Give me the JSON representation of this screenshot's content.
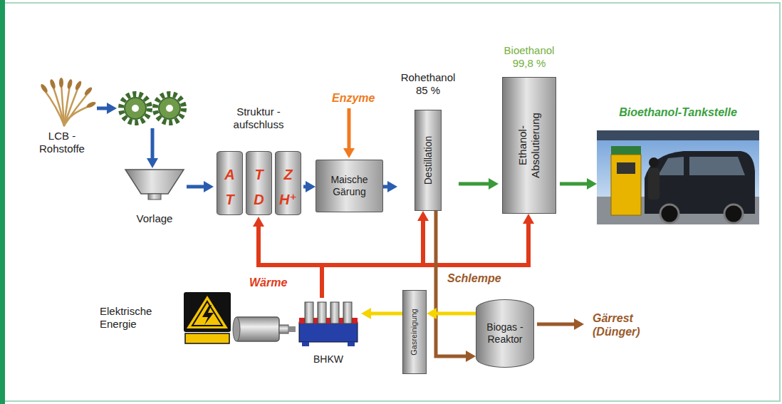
{
  "diagram": {
    "nodes": [
      {
        "text": [
          "LCB - Rohstoffe"
        ]
      },
      {
        "text": [
          "Vorlage"
        ]
      },
      {
        "text": [
          "Struktur - aufschluss"
        ]
      },
      {
        "text": [
          "A",
          "T"
        ],
        "in": 2
      },
      {
        "text": [
          "T",
          "D"
        ],
        "in": 2
      },
      {
        "text": [
          "Z",
          "H⁺"
        ],
        "in": 2
      },
      {
        "text": [
          "Maische Gärung"
        ]
      },
      {
        "text": [
          "Rohethanol 85 %",
          "Destillation"
        ]
      },
      {
        "text": [
          "Bioethanol 99,8 %",
          "Ethanol-Absolutierung"
        ]
      },
      {
        "text": [
          "Bioethanol-Tankstelle"
        ]
      },
      {
        "text": [
          "Elektrische Energie"
        ]
      },
      {
        "text": [
          "BHKW"
        ]
      },
      {
        "text": [
          "Gasreinigung"
        ]
      },
      {
        "text": [
          "Biogas - Reaktor"
        ]
      }
    ],
    "edges": [
      {
        "from": 1,
        "to": 2,
        "arrow": "to"
      },
      {
        "from": 2,
        "to": 6,
        "arrow": "to"
      },
      {
        "from": 6,
        "to": 7,
        "arrow": "to"
      },
      {
        "from": 7,
        "to": 8,
        "arrow": "to"
      },
      {
        "from": 8,
        "to": 9,
        "arrow": "to"
      },
      {
        "from": 11,
        "to": 2,
        "arrow": "to"
      },
      {
        "from": 11,
        "to": 7,
        "arrow": "to"
      },
      {
        "from": 11,
        "to": 8,
        "arrow": "to"
      },
      {
        "from": 7,
        "to": 13,
        "arrow": "to"
      },
      {
        "from": 13,
        "to": 12,
        "arrow": "to"
      },
      {
        "from": 12,
        "to": 11,
        "arrow": "to"
      },
      {
        "from": 11,
        "to": 10,
        "arrow": "none"
      }
    ],
    "labels": [
      "Enzyme",
      "Wärme",
      "Schlempe",
      "Gärrest (Dünger)"
    ]
  }
}
